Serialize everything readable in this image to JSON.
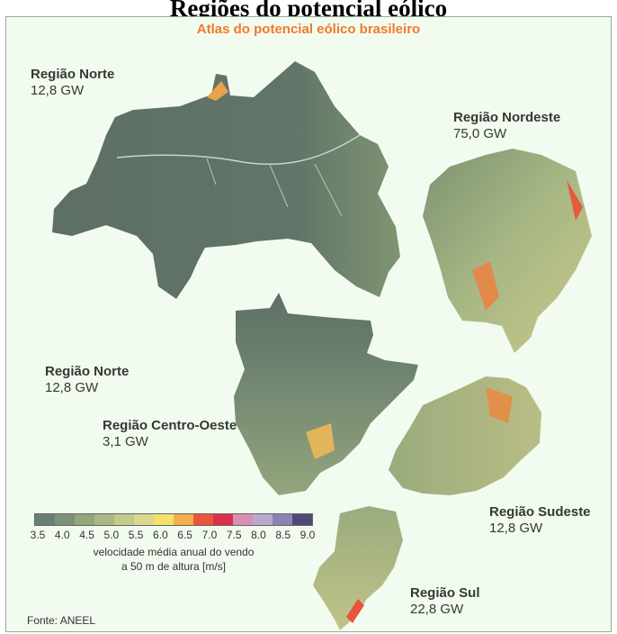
{
  "top_title": "Regiões do potencial eólico",
  "map_title": "Atlas do potencial eólico brasileiro",
  "regions": [
    {
      "name": "Região Norte",
      "value": "12,8 GW"
    },
    {
      "name": "Região Nordeste",
      "value": "75,0 GW"
    },
    {
      "name": "Região Norte",
      "value": "12,8 GW"
    },
    {
      "name": "Região Centro-Oeste",
      "value": "3,1 GW"
    },
    {
      "name": "Região Sudeste",
      "value": "12,8 GW"
    },
    {
      "name": "Região Sul",
      "value": "22,8 GW"
    }
  ],
  "legend": {
    "ticks": [
      "3.5",
      "4.0",
      "4.5",
      "5.0",
      "5.5",
      "6.0",
      "6.5",
      "7.0",
      "7.5",
      "8.0",
      "8.5",
      "9.0"
    ],
    "colors": [
      "#6a7f73",
      "#7c9177",
      "#93a67c",
      "#aab884",
      "#c3cb8b",
      "#dcd98e",
      "#f5e06a",
      "#f3b04a",
      "#e8553a",
      "#d9304a",
      "#d98fb2",
      "#b9a9cf",
      "#8a83b3",
      "#4f4a7a"
    ],
    "caption_line1": "velocidade média anual do vendo",
    "caption_line2": "a 50 m de altura [m/s]"
  },
  "source": "Fonte: ANEEL",
  "colors": {
    "background": "#f2fbef",
    "title": "#f07a2a",
    "low_wind": "#5d6f66",
    "mid_wind": "#8ea37a",
    "high_wind": "#e8553a"
  }
}
